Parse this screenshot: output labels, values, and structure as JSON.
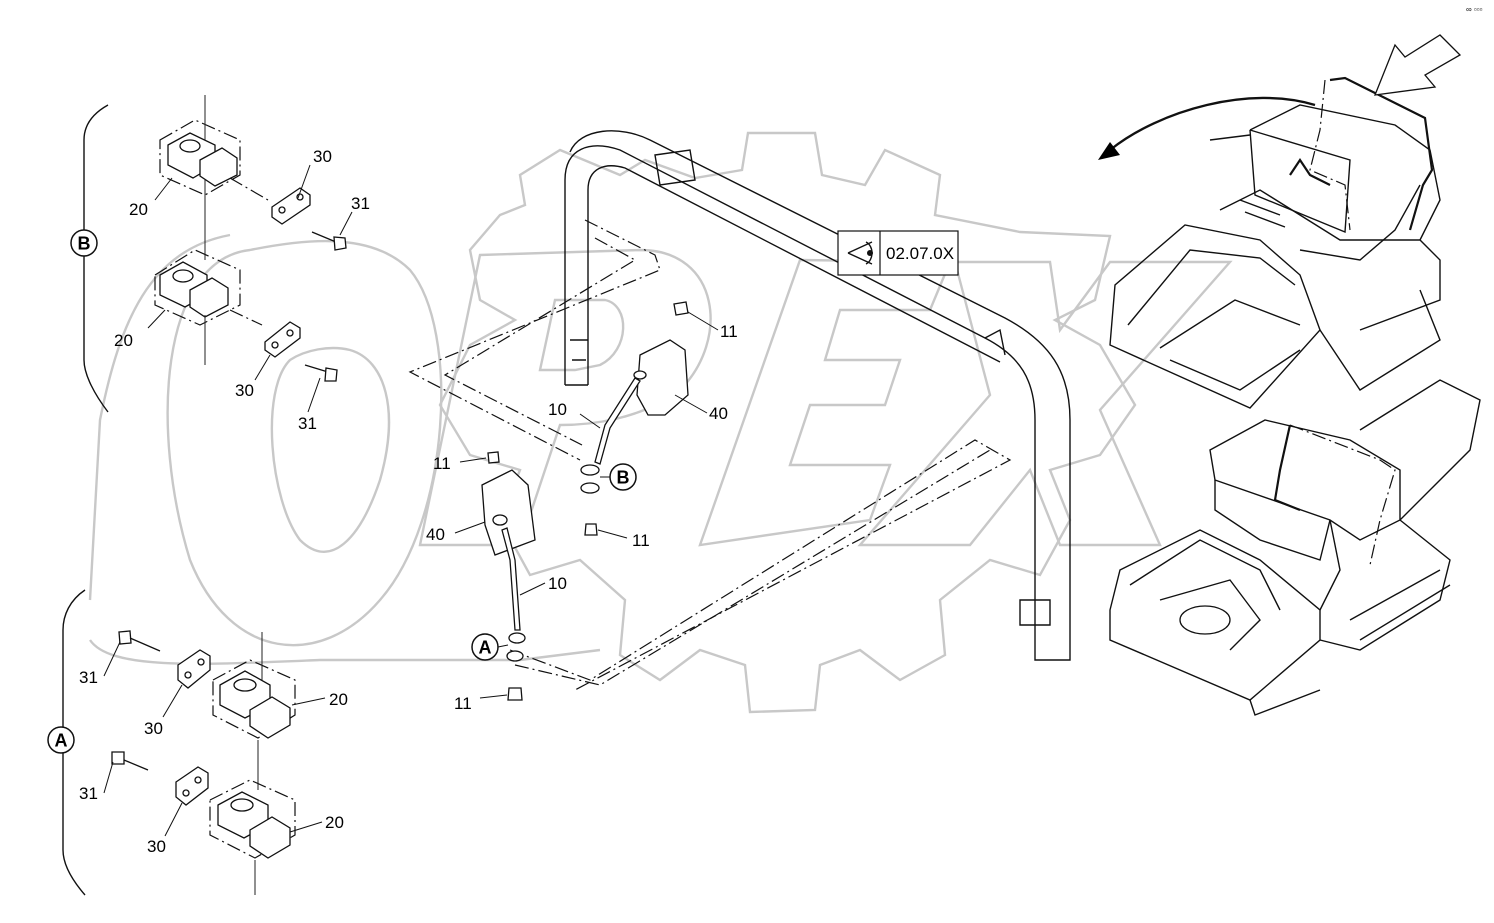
{
  "reference_box": {
    "code": "02.07.0X",
    "icon": "eye-icon"
  },
  "views": [
    {
      "id": "B",
      "label": "B"
    },
    {
      "id": "A",
      "label": "A"
    }
  ],
  "detail_markers": [
    {
      "label": "B"
    },
    {
      "label": "A"
    }
  ],
  "callouts": {
    "view_b": [
      "30",
      "31",
      "20",
      "20",
      "30",
      "31"
    ],
    "view_a": [
      "31",
      "30",
      "20",
      "31",
      "30",
      "20"
    ],
    "center": [
      "11",
      "40",
      "10",
      "11",
      "11",
      "40",
      "10",
      "11"
    ]
  },
  "watermark": {
    "text": "OPEX",
    "icon": "gear-icon"
  },
  "corner_mark": "∞ ▫▫▫"
}
